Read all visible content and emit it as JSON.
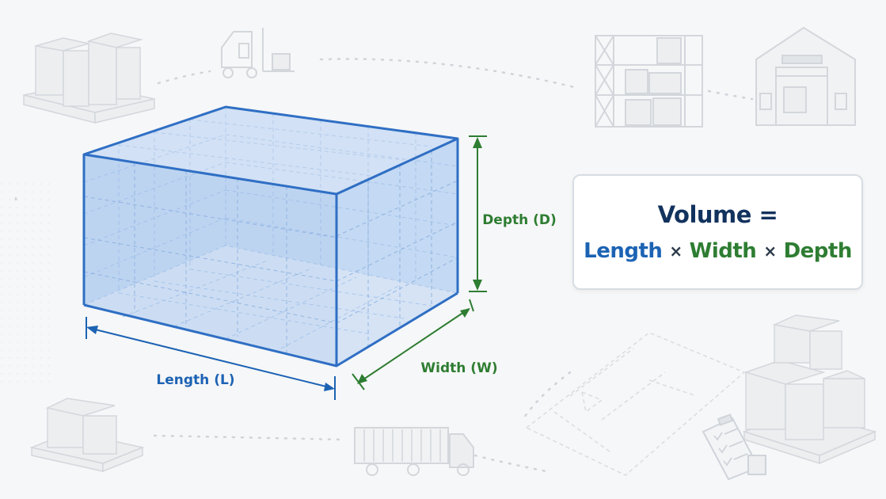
{
  "colors": {
    "length": "#1c63b4",
    "width": "#2e7d32",
    "depth": "#2e7d32",
    "title": "#12325e",
    "box_edge": "#2f6fc4",
    "box_fill": "#a9c8ef",
    "icon": "#d3d7dc"
  },
  "labels": {
    "length": "Length (L)",
    "width": "Width (W)",
    "depth": "Depth (D)"
  },
  "formula": {
    "title": "Volume =",
    "length_term": "Length",
    "times_1": "×",
    "width_term": "Width",
    "times_2": "×",
    "depth_term": "Depth"
  },
  "icons": [
    "pallet-boxes-icon",
    "forklift-icon",
    "warehouse-rack-icon",
    "warehouse-building-icon",
    "small-pallet-icon",
    "truck-icon",
    "floor-plan-icon",
    "stacked-boxes-icon",
    "checklist-icon"
  ]
}
